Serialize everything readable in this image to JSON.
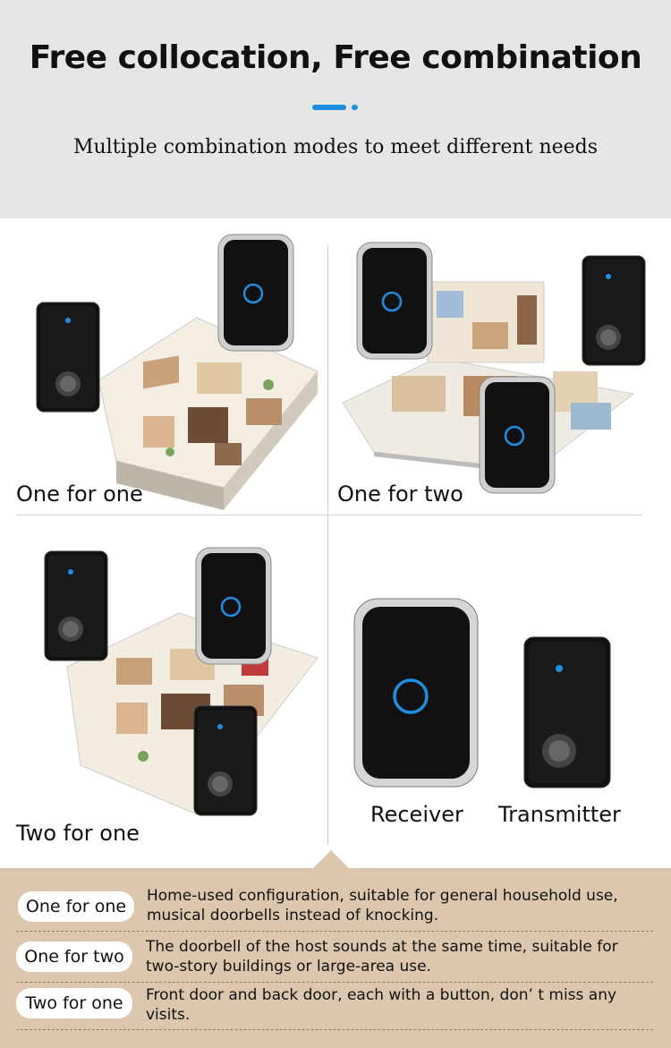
{
  "header": {
    "title": "Free collocation, Free combination",
    "subtitle": "Multiple combination modes to meet different needs",
    "accent_color": "#1e8fe0"
  },
  "cells": {
    "top_left": "One for one",
    "top_right": "One for two",
    "bottom_left": "Two for one",
    "receiver": "Receiver",
    "transmitter": "Transmitter"
  },
  "modes": [
    {
      "name": "One for one",
      "desc_line1": "Home-used configuration, suitable for general household use,",
      "desc_line2": "musical doorbells instead of knocking."
    },
    {
      "name": "One for two",
      "desc_line1": "The doorbell of the host sounds at the same time, suitable for",
      "desc_line2": "two-story buildings or large-area use."
    },
    {
      "name": "Two for one",
      "desc_line1": "Front door and back door, each with a button, don’ t miss any",
      "desc_line2": "visits."
    }
  ],
  "colors": {
    "panel_bg": "#dcc7ae",
    "header_bg": "#e6e6e6",
    "led_blue": "#1e8fe0"
  }
}
